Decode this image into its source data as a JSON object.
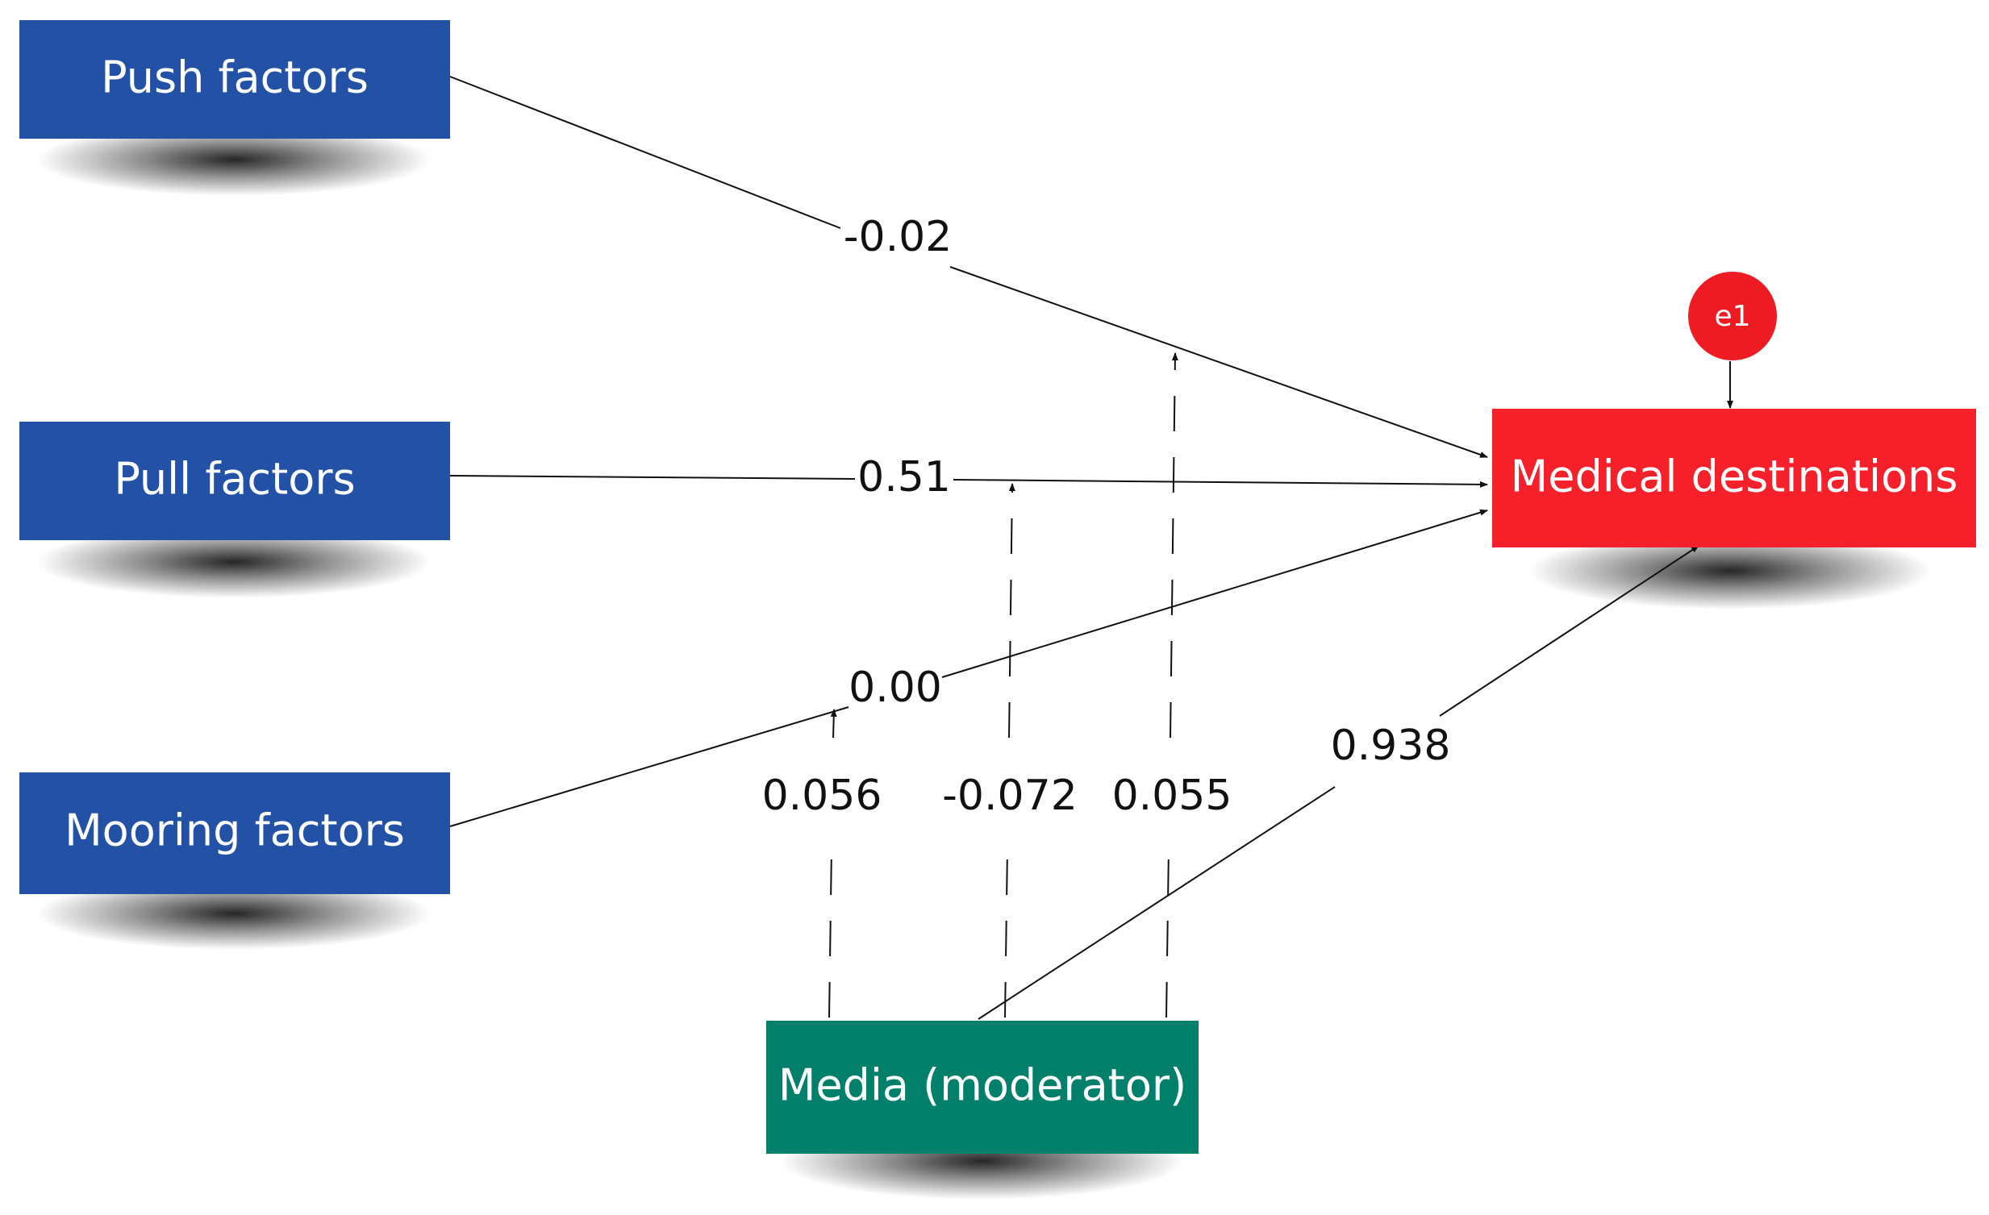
{
  "colors": {
    "factor_box": "#2251a6",
    "outcome_box": "#f5202a",
    "moderator_box": "#00806a",
    "error_circle": "#ee1c22",
    "line": "#111111"
  },
  "nodes": {
    "push": "Push factors",
    "pull": "Pull factors",
    "mooring": "Mooring factors",
    "outcome": "Medical destinations",
    "moderator": "Media (moderator)",
    "error": "e1"
  },
  "paths": {
    "push_to_outcome": "-0.02",
    "pull_to_outcome": "0.51",
    "mooring_to_outcome": "0.00",
    "moderator_to_outcome": "0.938"
  },
  "moderation": {
    "on_mooring": "0.056",
    "on_pull": "-0.072",
    "on_push": "0.055"
  }
}
